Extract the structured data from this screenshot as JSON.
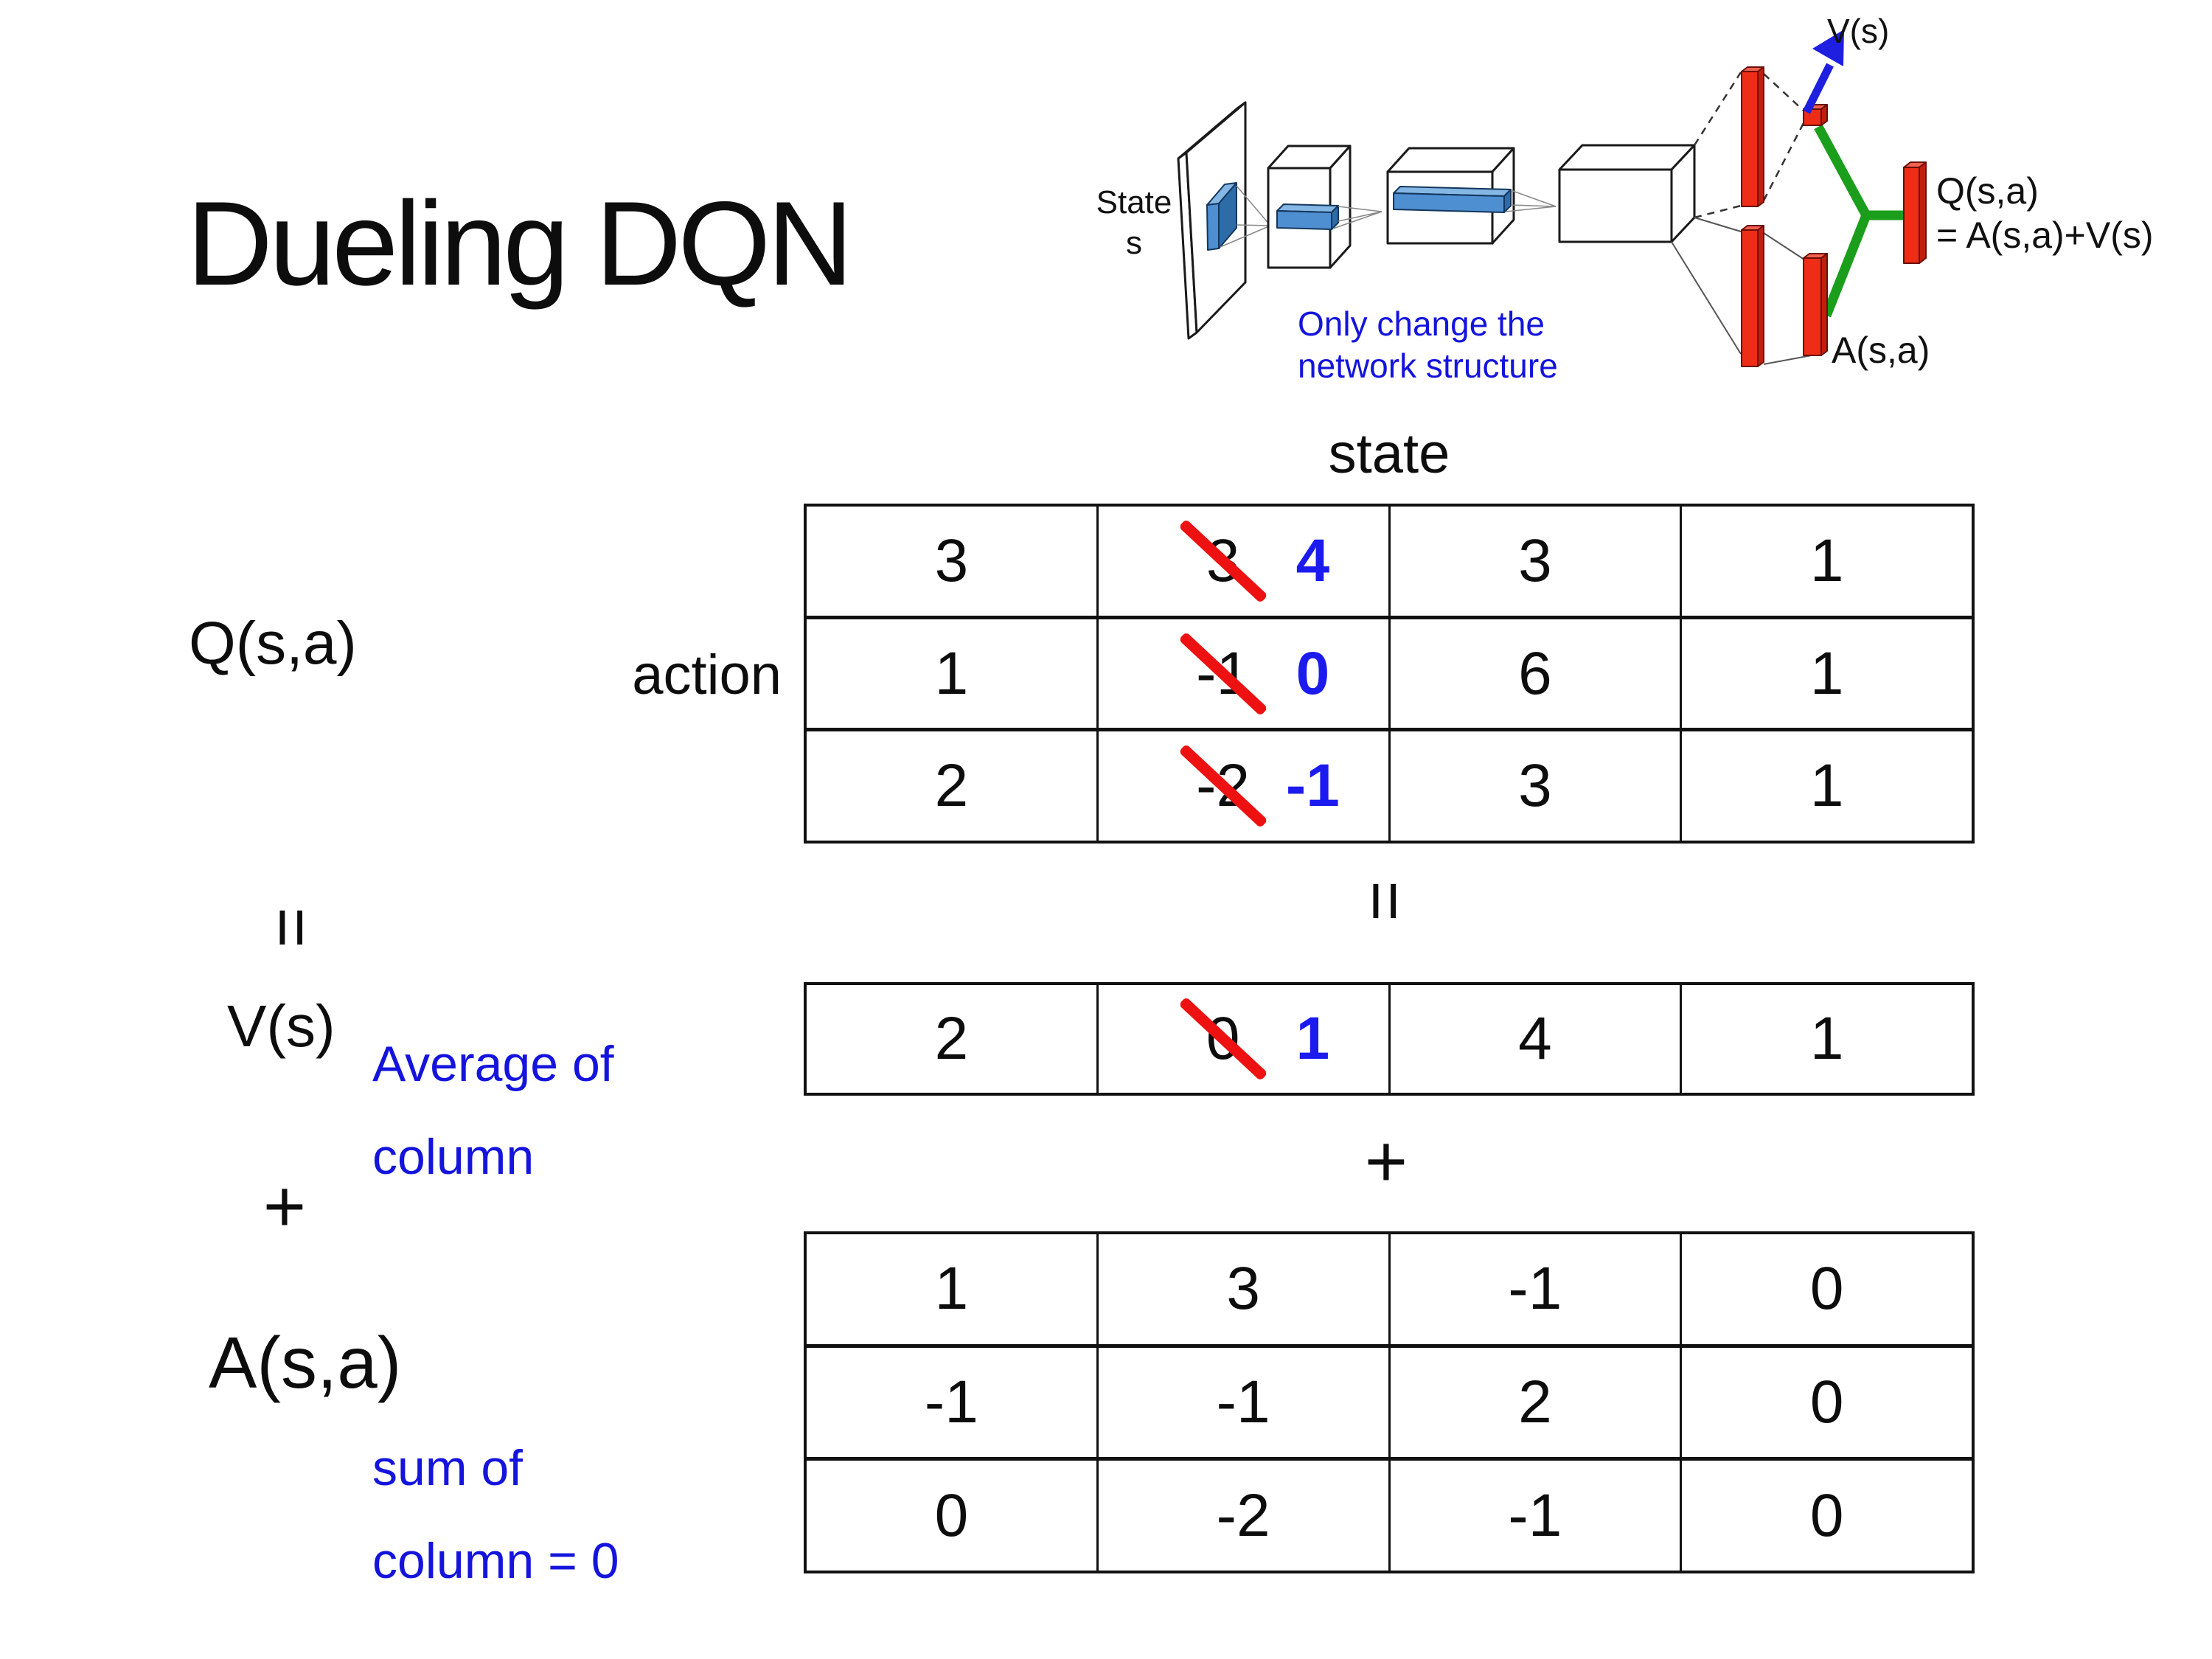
{
  "title": "Dueling DQN",
  "labels": {
    "q": "Q(s,a)",
    "left_equals": "=",
    "v": "V(s)",
    "v_note": [
      "Average of",
      "column"
    ],
    "left_plus": "+",
    "a": "A(s,a)",
    "a_note": [
      "sum of",
      "column = 0"
    ],
    "state_header": "state",
    "action_header": "action",
    "center_equals": "=",
    "center_plus": "+"
  },
  "diagram": {
    "input_label": [
      "State",
      "s"
    ],
    "note": [
      "Only change the",
      "network structure"
    ],
    "v_output_label": "V(s)",
    "a_output_label": "A(s,a)",
    "q_output_label": [
      "Q(s,a)",
      "= A(s,a)+V(s)"
    ]
  },
  "q_table": {
    "values": [
      [
        "3",
        "3",
        "3",
        "1"
      ],
      [
        "1",
        "-1",
        "6",
        "1"
      ],
      [
        "2",
        "-2",
        "3",
        "1"
      ]
    ],
    "replacements": [
      {
        "row": 0,
        "col": 1,
        "new": "4"
      },
      {
        "row": 1,
        "col": 1,
        "new": "0"
      },
      {
        "row": 2,
        "col": 1,
        "new": "-1"
      }
    ]
  },
  "v_table": {
    "values": [
      [
        "2",
        "0",
        "4",
        "1"
      ]
    ],
    "replacements": [
      {
        "row": 0,
        "col": 1,
        "new": "1"
      }
    ]
  },
  "a_table": {
    "values": [
      [
        "1",
        "3",
        "-1",
        "0"
      ],
      [
        "-1",
        "-1",
        "2",
        "0"
      ],
      [
        "0",
        "-2",
        "-1",
        "0"
      ]
    ],
    "replacements": []
  },
  "colors": {
    "annotation_blue": "#1414dd",
    "replacement_blue": "#1b1bef",
    "strike_red": "#ee1111",
    "bar_red": "#ed2d16",
    "conv_blue": "#4e8fd1",
    "merge_green": "#1b9e1b",
    "arrow_blue": "#1f1fe0"
  }
}
